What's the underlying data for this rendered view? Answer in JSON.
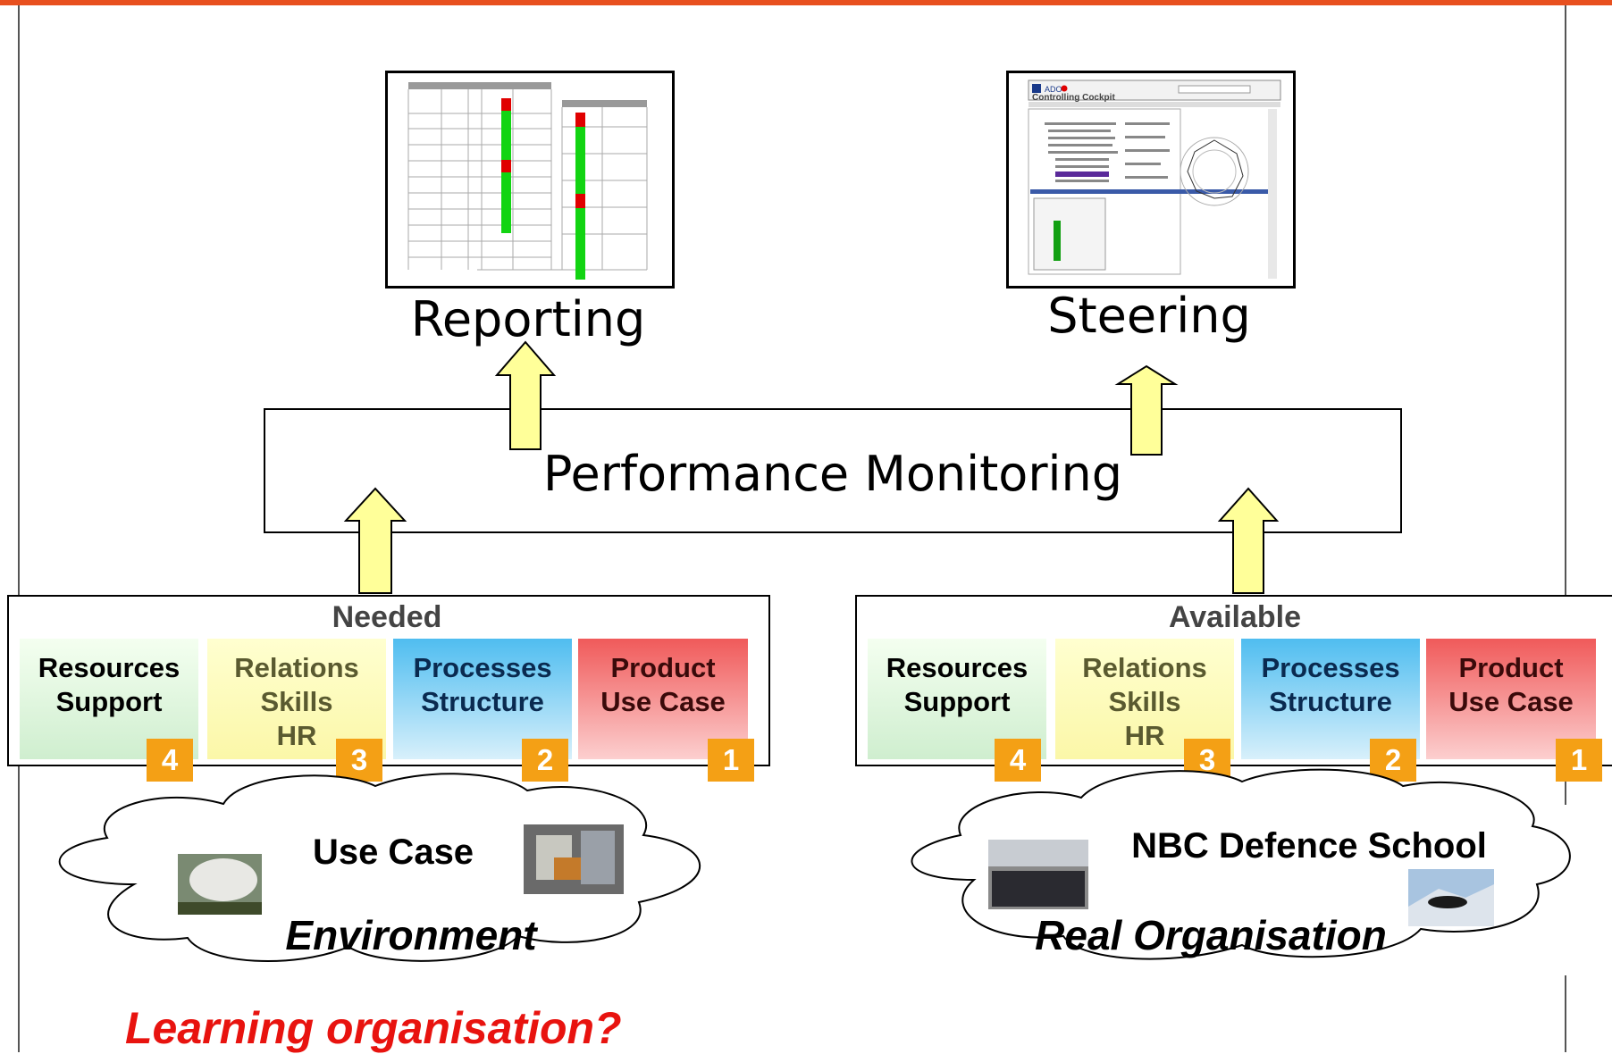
{
  "top": {
    "reporting_label": "Reporting",
    "steering_label": "Steering"
  },
  "monitoring": {
    "label": "Performance Monitoring"
  },
  "groups": [
    {
      "title": "Needed",
      "tiles": [
        {
          "lines": [
            "Resources",
            "Support"
          ],
          "badge": "4",
          "color": "green"
        },
        {
          "lines": [
            "Relations",
            "Skills",
            "HR"
          ],
          "badge": "3",
          "color": "yellow"
        },
        {
          "lines": [
            "Processes",
            "Structure"
          ],
          "badge": "2",
          "color": "blue"
        },
        {
          "lines": [
            "Product",
            "Use Case"
          ],
          "badge": "1",
          "color": "red"
        }
      ],
      "cloud_title": "Use Case",
      "cloud_subtitle": "Environment"
    },
    {
      "title": "Available",
      "tiles": [
        {
          "lines": [
            "Resources",
            "Support"
          ],
          "badge": "4",
          "color": "green"
        },
        {
          "lines": [
            "Relations",
            "Skills",
            "HR"
          ],
          "badge": "3",
          "color": "yellow"
        },
        {
          "lines": [
            "Processes",
            "Structure"
          ],
          "badge": "2",
          "color": "blue"
        },
        {
          "lines": [
            "Product",
            "Use Case"
          ],
          "badge": "1",
          "color": "red"
        }
      ],
      "cloud_title": "NBC Defence School",
      "cloud_subtitle": "Real Organisation"
    }
  ],
  "question": "Learning organisation?",
  "cockpit": {
    "title": "Controlling Cockpit",
    "brand": "ADO"
  },
  "colors": {
    "accent": "#e8501e",
    "arrow_fill": "#ffff99",
    "badge": "#f4a015",
    "question": "#e8130f",
    "group_title": "#444444"
  }
}
